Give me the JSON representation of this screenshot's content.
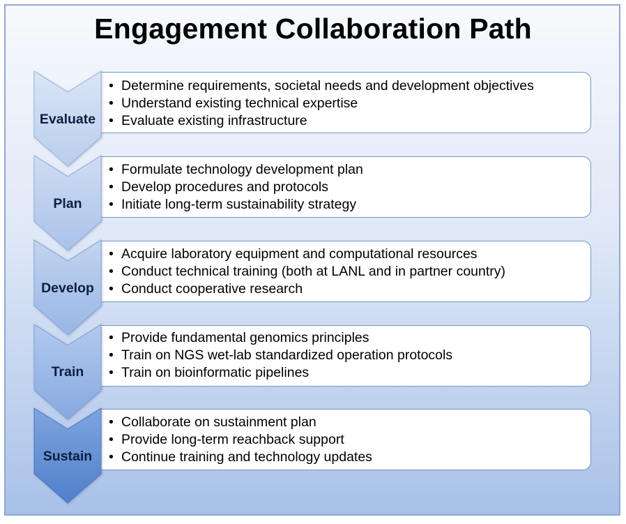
{
  "title": "Engagement Collaboration Path",
  "colors": {
    "box_border": "#6f95c9",
    "chevron_light": "#c9d9f1",
    "chevron_dark": "#4f7fcb"
  },
  "steps": [
    {
      "label": "Evaluate",
      "bullets": [
        "Determine requirements, societal needs and development objectives",
        "Understand existing technical expertise",
        "Evaluate existing infrastructure"
      ]
    },
    {
      "label": "Plan",
      "bullets": [
        "Formulate technology development plan",
        "Develop procedures and protocols",
        "Initiate long-term sustainability strategy"
      ]
    },
    {
      "label": "Develop",
      "bullets": [
        "Acquire laboratory equipment and computational resources",
        "Conduct technical training (both at LANL and in partner country)",
        "Conduct cooperative research"
      ]
    },
    {
      "label": "Train",
      "bullets": [
        "Provide fundamental genomics principles",
        "Train on NGS wet-lab standardized operation protocols",
        "Train on bioinformatic pipelines"
      ]
    },
    {
      "label": "Sustain",
      "bullets": [
        "Collaborate on sustainment plan",
        "Provide long-term reachback support",
        "Continue training and technology updates"
      ]
    }
  ]
}
